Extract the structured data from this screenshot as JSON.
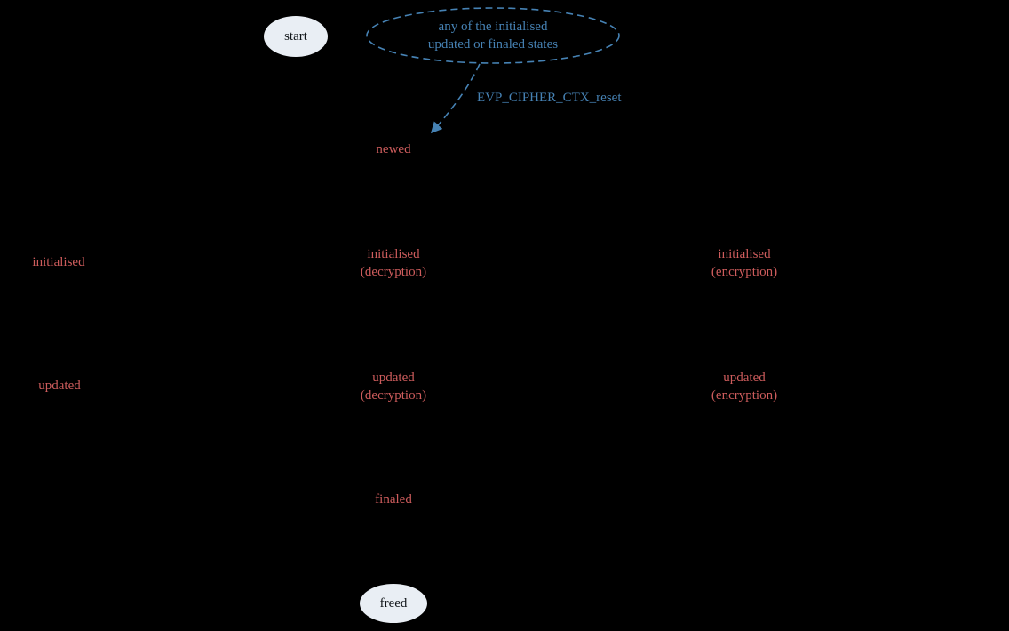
{
  "diagram": {
    "kind": "state-diagram"
  },
  "colors": {
    "background": "#000000",
    "state_text": "#cd5c5c",
    "dashed_blue": "#4682b4",
    "terminal_fill": "#e9eef4",
    "terminal_text": "#101418"
  },
  "nodes": {
    "start": {
      "label": "start"
    },
    "any_state": {
      "line1": "any of the initialised",
      "line2": "updated or finaled states"
    },
    "newed": {
      "label": "newed"
    },
    "initialised": {
      "label": "initialised"
    },
    "initialised_decryption": {
      "line1": "initialised",
      "line2": "(decryption)"
    },
    "initialised_encryption": {
      "line1": "initialised",
      "line2": "(encryption)"
    },
    "updated": {
      "label": "updated"
    },
    "updated_decryption": {
      "line1": "updated",
      "line2": "(decryption)"
    },
    "updated_encryption": {
      "line1": "updated",
      "line2": "(encryption)"
    },
    "finaled": {
      "label": "finaled"
    },
    "freed": {
      "label": "freed"
    }
  },
  "edges": {
    "reset": {
      "label": "EVP_CIPHER_CTX_reset"
    }
  }
}
